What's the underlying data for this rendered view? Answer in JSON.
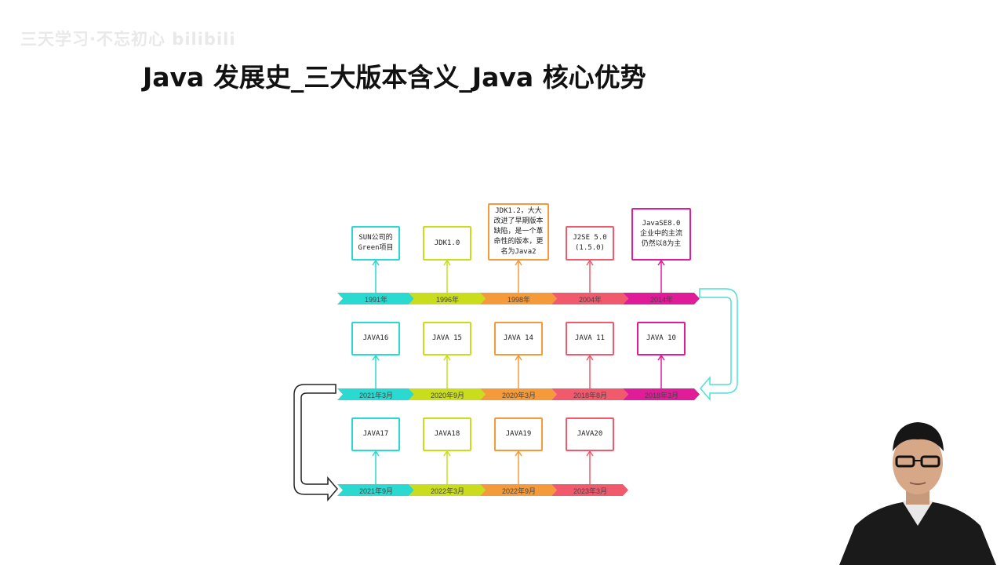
{
  "watermark": "三天学习·不忘初心 bilibili",
  "title": "Java 发展史_三大版本含义_Java 核心优势",
  "colors": {
    "cyan": "#2ad9cf",
    "lime": "#c9dd1c",
    "orange": "#f59a3a",
    "red": "#f05a6c",
    "magenta": "#e01c98",
    "loop_cyan": "#4fe0d6",
    "loop_black": "#222222"
  },
  "rows": [
    {
      "name": "row1",
      "events": [
        {
          "box": "SUN公司的\nGreen项目",
          "year": "1991年",
          "color": "cyan"
        },
        {
          "box": "JDK1.0",
          "year": "1996年",
          "color": "lime"
        },
        {
          "box": "JDK1.2，大大\n改进了早期版本\n缺陷，是一个革\n命性的版本，更\n名为Java2",
          "year": "1998年",
          "color": "orange"
        },
        {
          "box": "J2SE 5.0\n(1.5.0)",
          "year": "2004年",
          "color": "red"
        },
        {
          "box": "JavaSE8.0\n企业中的主流\n仍然以8为主",
          "year": "2014年",
          "color": "magenta"
        }
      ]
    },
    {
      "name": "row2",
      "events": [
        {
          "box": "JAVA16",
          "year": "2021年3月",
          "color": "cyan"
        },
        {
          "box": "JAVA 15",
          "year": "2020年9月",
          "color": "lime"
        },
        {
          "box": "JAVA 14",
          "year": "2020年3月",
          "color": "orange"
        },
        {
          "box": "JAVA 11",
          "year": "2018年8月",
          "color": "red"
        },
        {
          "box": "JAVA 10",
          "year": "2018年3月",
          "color": "magenta"
        }
      ]
    },
    {
      "name": "row3",
      "events": [
        {
          "box": "JAVA17",
          "year": "2021年9月",
          "color": "cyan"
        },
        {
          "box": "JAVA18",
          "year": "2022年3月",
          "color": "lime"
        },
        {
          "box": "JAVA19",
          "year": "2022年9月",
          "color": "orange"
        },
        {
          "box": "JAVA20",
          "year": "2023年3月",
          "color": "red"
        }
      ]
    }
  ]
}
